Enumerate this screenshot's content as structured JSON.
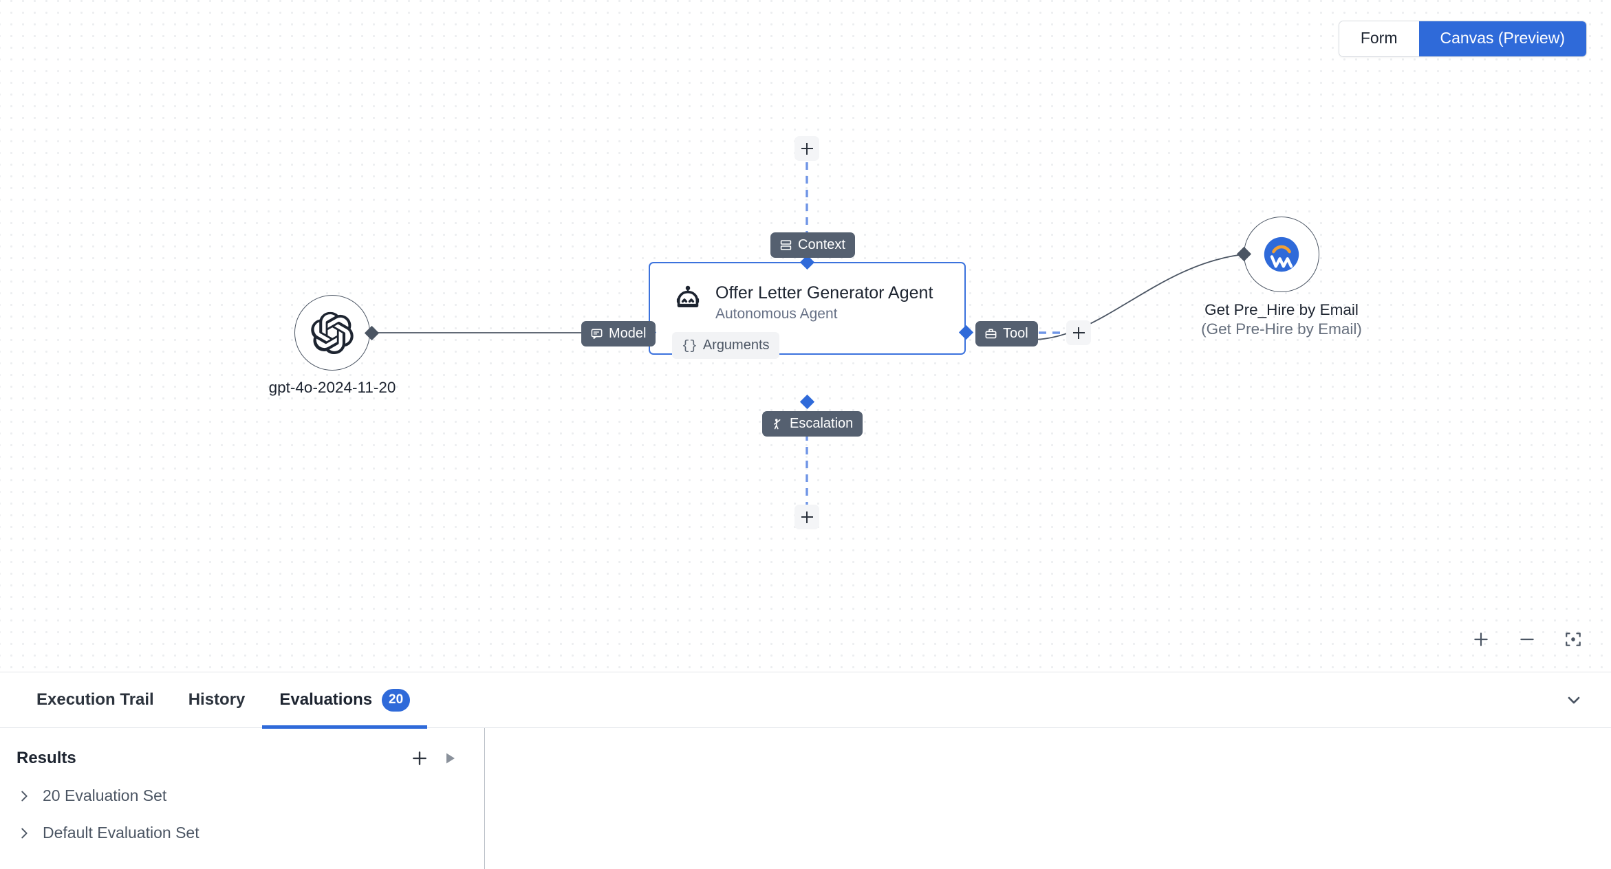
{
  "view_toggle": {
    "options": [
      {
        "label": "Form",
        "active": false
      },
      {
        "label": "Canvas (Preview)",
        "active": true
      }
    ],
    "active_color": "#2f6ad9"
  },
  "canvas": {
    "accent_color": "#2f6ad9",
    "node_border_color": "#3b72dd",
    "badge_color": "#556070",
    "model_node": {
      "icon": "openai-logo-icon",
      "caption": "gpt-4o-2024-11-20"
    },
    "agent_node": {
      "icon": "robot-icon",
      "title": "Offer Letter Generator Agent",
      "subtitle": "Autonomous Agent",
      "arguments_chip": {
        "icon": "curly-braces-icon",
        "label": "Arguments"
      }
    },
    "tool_node": {
      "icon": "workday-logo-icon",
      "caption_primary": "Get Pre_Hire by Email",
      "caption_secondary": "(Get Pre-Hire by Email)"
    },
    "connectors": [
      {
        "name": "context",
        "label": "Context",
        "icon": "rows-icon"
      },
      {
        "name": "model",
        "label": "Model",
        "icon": "chat-bubble-icon"
      },
      {
        "name": "tool",
        "label": "Tool",
        "icon": "toolbox-icon"
      },
      {
        "name": "escalation",
        "label": "Escalation",
        "icon": "person-raising-hand-icon"
      }
    ],
    "add_buttons": [
      {
        "name": "add-context-node",
        "label": "+"
      },
      {
        "name": "add-tool-node",
        "label": "+"
      },
      {
        "name": "add-escalation-node",
        "label": "+"
      }
    ],
    "controls": [
      {
        "name": "zoom-in-button",
        "icon": "plus-icon"
      },
      {
        "name": "zoom-out-button",
        "icon": "minus-icon"
      },
      {
        "name": "fit-view-button",
        "icon": "focus-icon"
      }
    ]
  },
  "bottom_panel": {
    "tabs": [
      {
        "label": "Execution Trail",
        "active": false,
        "count": null
      },
      {
        "label": "History",
        "active": false,
        "count": null
      },
      {
        "label": "Evaluations",
        "active": true,
        "count": "20"
      }
    ],
    "collapse_icon": "chevron-down-icon",
    "results": {
      "title": "Results",
      "add_icon": "plus-icon",
      "run_icon": "play-icon",
      "items": [
        {
          "label": "20 Evaluation Set",
          "expand_icon": "chevron-right-icon"
        },
        {
          "label": "Default Evaluation Set",
          "expand_icon": "chevron-right-icon"
        }
      ]
    }
  }
}
